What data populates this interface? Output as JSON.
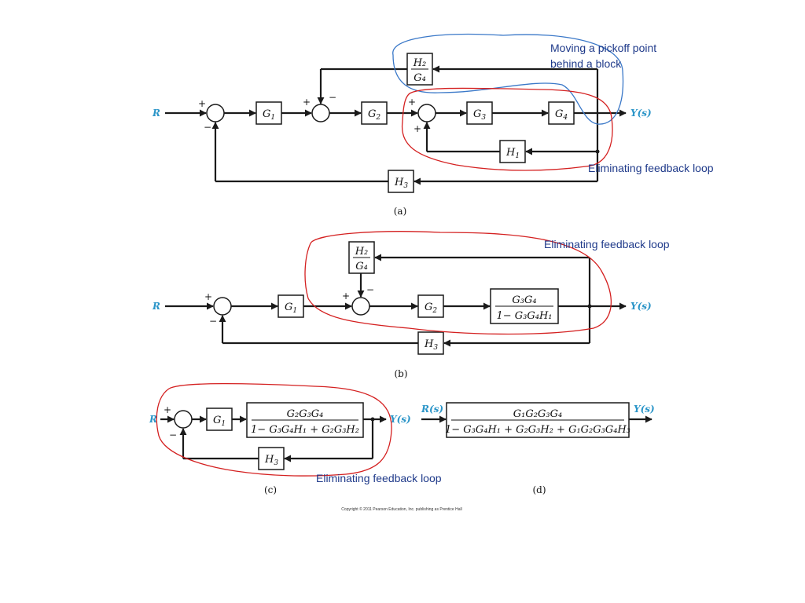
{
  "signals": {
    "input": "R",
    "output": "Y(s)",
    "input_d": "R(s)",
    "output_d": "Y(s)"
  },
  "signs": {
    "plus": "+",
    "minus": "−"
  },
  "blocks": {
    "G1": "G",
    "G2": "G",
    "G3": "G",
    "G4": "G",
    "H1": "H",
    "H3": "H",
    "sub1": "1",
    "sub2": "2",
    "sub3": "3",
    "sub4": "4",
    "H2_over_G4": {
      "num": "H₂",
      "den": "G₄"
    },
    "b_loop": {
      "num": "G₃G₄",
      "den": "1− G₃G₄H₁"
    },
    "c_loop": {
      "num": "G₂G₃G₄",
      "den": "1− G₃G₄H₁ + G₂G₃H₂"
    },
    "d_total": {
      "num": "G₁G₂G₃G₄",
      "den": "1− G₃G₄H₁ + G₂G₃H₂ + G₁G₂G₃G₄H₃"
    }
  },
  "captions": {
    "a": "(a)",
    "b": "(b)",
    "c": "(c)",
    "d": "(d)"
  },
  "annotations": {
    "pickoff_line1": "Moving a pickoff point",
    "pickoff_line2": "behind a block",
    "elim_a": "Eliminating feedback loop",
    "elim_b": "Eliminating feedback loop",
    "elim_c": "Eliminating feedback loop"
  },
  "copyright": "Copyright © 2011 Pearson Education, Inc. publishing as Prentice Hall",
  "colors": {
    "signal_label": "#2b95c8",
    "annotation_text": "#1f3a8a",
    "red_outline": "#d42020",
    "blue_outline": "#3a78c8"
  }
}
